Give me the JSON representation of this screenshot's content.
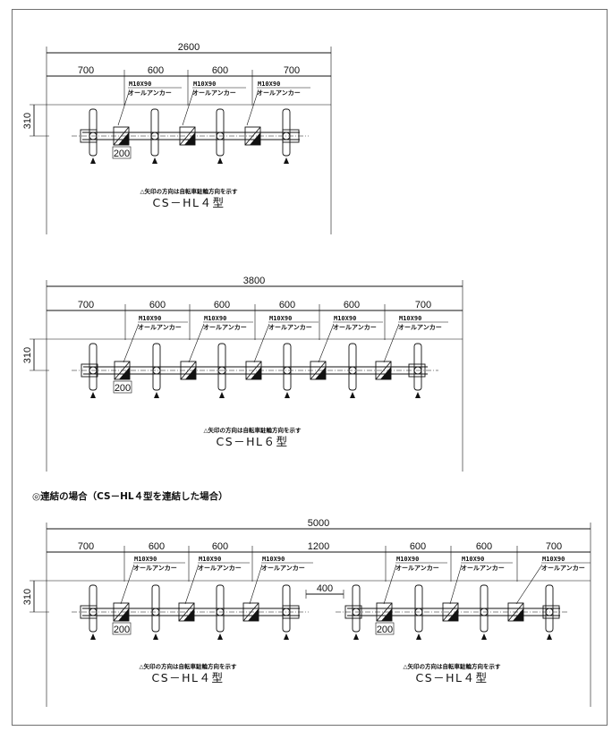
{
  "diagram1": {
    "total": "2600",
    "spans": [
      "700",
      "600",
      "600",
      "700"
    ],
    "height": "310",
    "anchor_size": "M10X90",
    "anchor_type": "オールアンカー",
    "base_dim": "200",
    "note": "△矢印の方向は自転車駐輪方向を示す",
    "model": "CS－HL４型"
  },
  "diagram2": {
    "total": "3800",
    "spans": [
      "700",
      "600",
      "600",
      "600",
      "600",
      "700"
    ],
    "height": "310",
    "anchor_size": "M10X90",
    "anchor_type": "オールアンカー",
    "base_dim": "200",
    "note": "△矢印の方向は自転車駐輪方向を示す",
    "model": "CS－HL６型"
  },
  "section_heading": "◎連結の場合（CS－HL４型を連結した場合）",
  "diagram3": {
    "total": "5000",
    "spans": [
      "700",
      "600",
      "600",
      "1200",
      "600",
      "600",
      "700"
    ],
    "height": "310",
    "gap": "400",
    "anchor_size": "M10X90",
    "anchor_type": "オールアンカー",
    "base_dim": "200",
    "left_note": "△矢印の方向は自転車駐輪方向を示す",
    "left_model": "CS－HL４型",
    "right_note": "△矢印の方向は自転車駐輪方向を示す",
    "right_model": "CS－HL４型"
  }
}
